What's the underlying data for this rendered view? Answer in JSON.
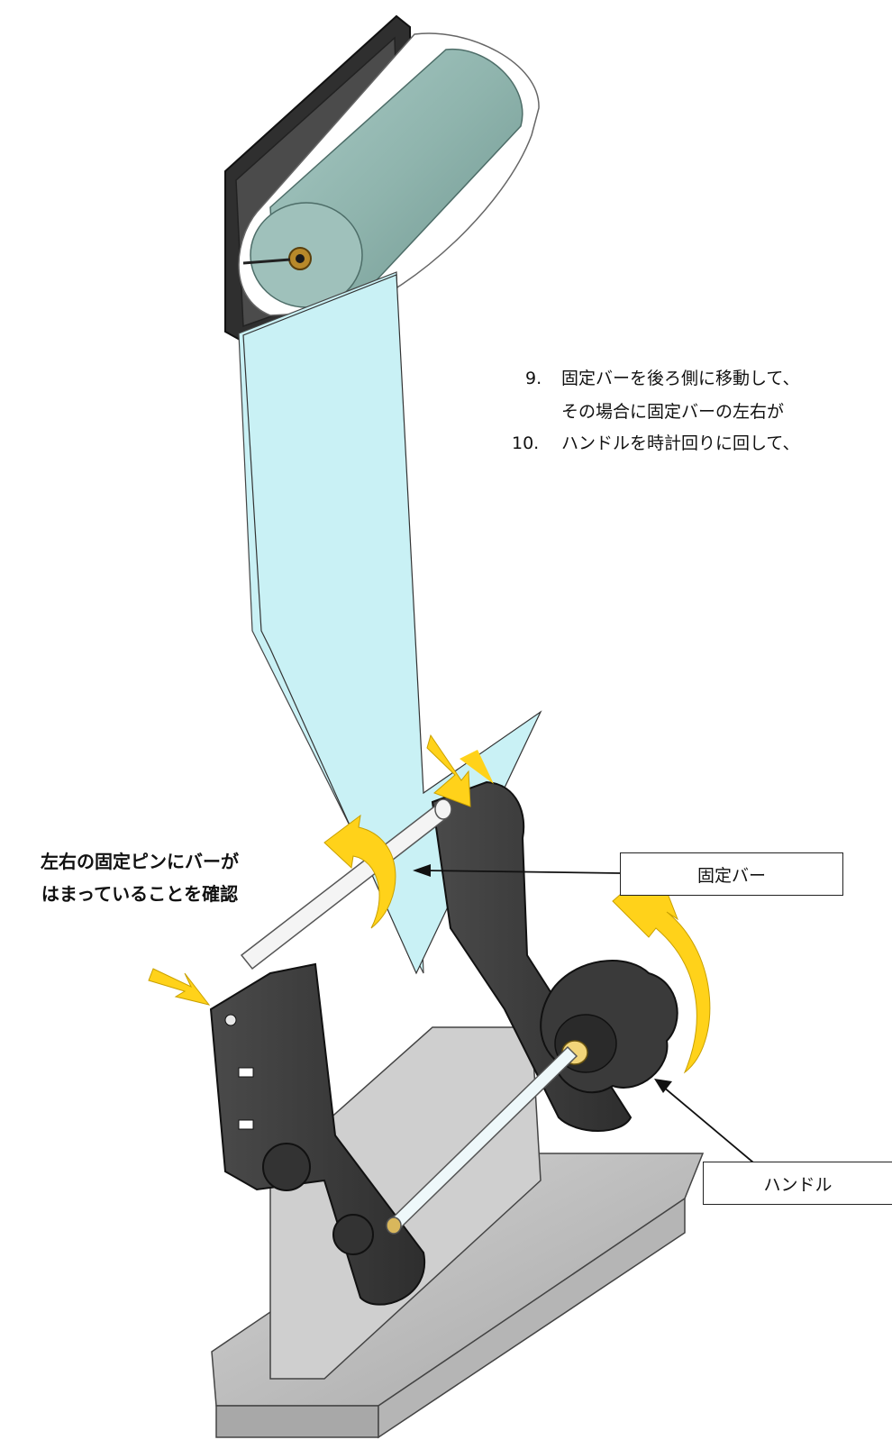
{
  "steps": [
    {
      "number": "9.",
      "line1": "固定バーを後ろ側に移動して、",
      "line2": "その場合に固定バーの左右が"
    },
    {
      "number": "10.",
      "line1": "ハンドルを時計回りに回して、"
    }
  ],
  "callout": {
    "line1": "左右の固定ピンにバーが",
    "line2": "はまっていることを確認"
  },
  "labels": {
    "fixed_bar": "固定バー",
    "handle": "ハンドル"
  },
  "colors": {
    "film": "#c9f1f5",
    "roll": "#8fb5ae",
    "frame": "#3c3c3c",
    "base": "#bfbfbf",
    "arrow": "#ffd21a"
  }
}
